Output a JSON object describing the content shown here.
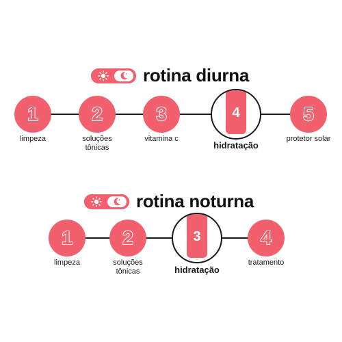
{
  "colors": {
    "accent": "#f2606e",
    "text": "#1a1a1a",
    "background": "#ffffff"
  },
  "day": {
    "title": "rotina diurna",
    "toggle": {
      "left_icon": "sun-icon",
      "right_icon": "moon-icon",
      "active": "right"
    },
    "steps": [
      {
        "number": "1",
        "label": "limpeza"
      },
      {
        "number": "2",
        "label": "soluções tônicas"
      },
      {
        "number": "3",
        "label": "vitamina c"
      },
      {
        "number": "4",
        "label": "hidratação",
        "highlight": true
      },
      {
        "number": "5",
        "label": "protetor solar"
      }
    ]
  },
  "night": {
    "title": "rotina noturna",
    "toggle": {
      "left_icon": "sun-icon",
      "right_icon": "moon-icon",
      "active": "right"
    },
    "steps": [
      {
        "number": "1",
        "label": "limpeza"
      },
      {
        "number": "2",
        "label": "soluções tônicas"
      },
      {
        "number": "3",
        "label": "hidratação",
        "highlight": true
      },
      {
        "number": "4",
        "label": "tratamento"
      }
    ]
  }
}
